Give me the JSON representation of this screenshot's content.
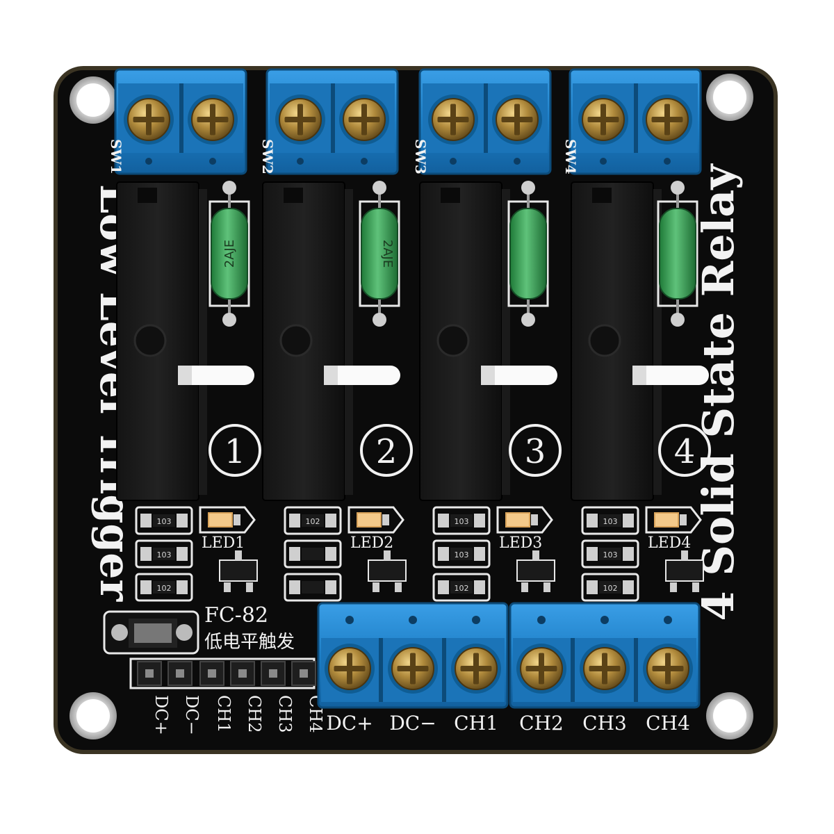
{
  "product": {
    "title": "4 Solid State Relay",
    "trigger_label": "Low Level Trigger",
    "model": "FC-82",
    "model_cn": "低电平触发"
  },
  "relays": [
    {
      "number": "1",
      "switch_label": "SW1",
      "led_label": "LED1",
      "resistor_codes": [
        "103",
        "103",
        "102"
      ],
      "fuse_marking": "2AJE"
    },
    {
      "number": "2",
      "switch_label": "SW2",
      "led_label": "LED2",
      "resistor_codes": [
        "102",
        "",
        ""
      ],
      "fuse_marking": "2AJE"
    },
    {
      "number": "3",
      "switch_label": "SW3",
      "led_label": "LED3",
      "resistor_codes": [
        "103",
        "103",
        "102"
      ],
      "fuse_marking": ""
    },
    {
      "number": "4",
      "switch_label": "SW4",
      "led_label": "LED4",
      "resistor_codes": [
        "103",
        "103",
        "102"
      ],
      "fuse_marking": ""
    }
  ],
  "header_pins": [
    "DC+",
    "DC−",
    "CH1",
    "CH2",
    "CH3",
    "CH4"
  ],
  "terminal_labels": [
    "DC+",
    "DC−",
    "CH1",
    "CH2",
    "CH3",
    "CH4"
  ],
  "colors": {
    "pcb": "#0b0b0b",
    "silkscreen": "#f2f2f2",
    "terminal_blue": "#1d7fc7",
    "screw_brass": "#b08a3c",
    "fuse_green": "#2f9a4c",
    "led_amber": "#f3c98a"
  }
}
